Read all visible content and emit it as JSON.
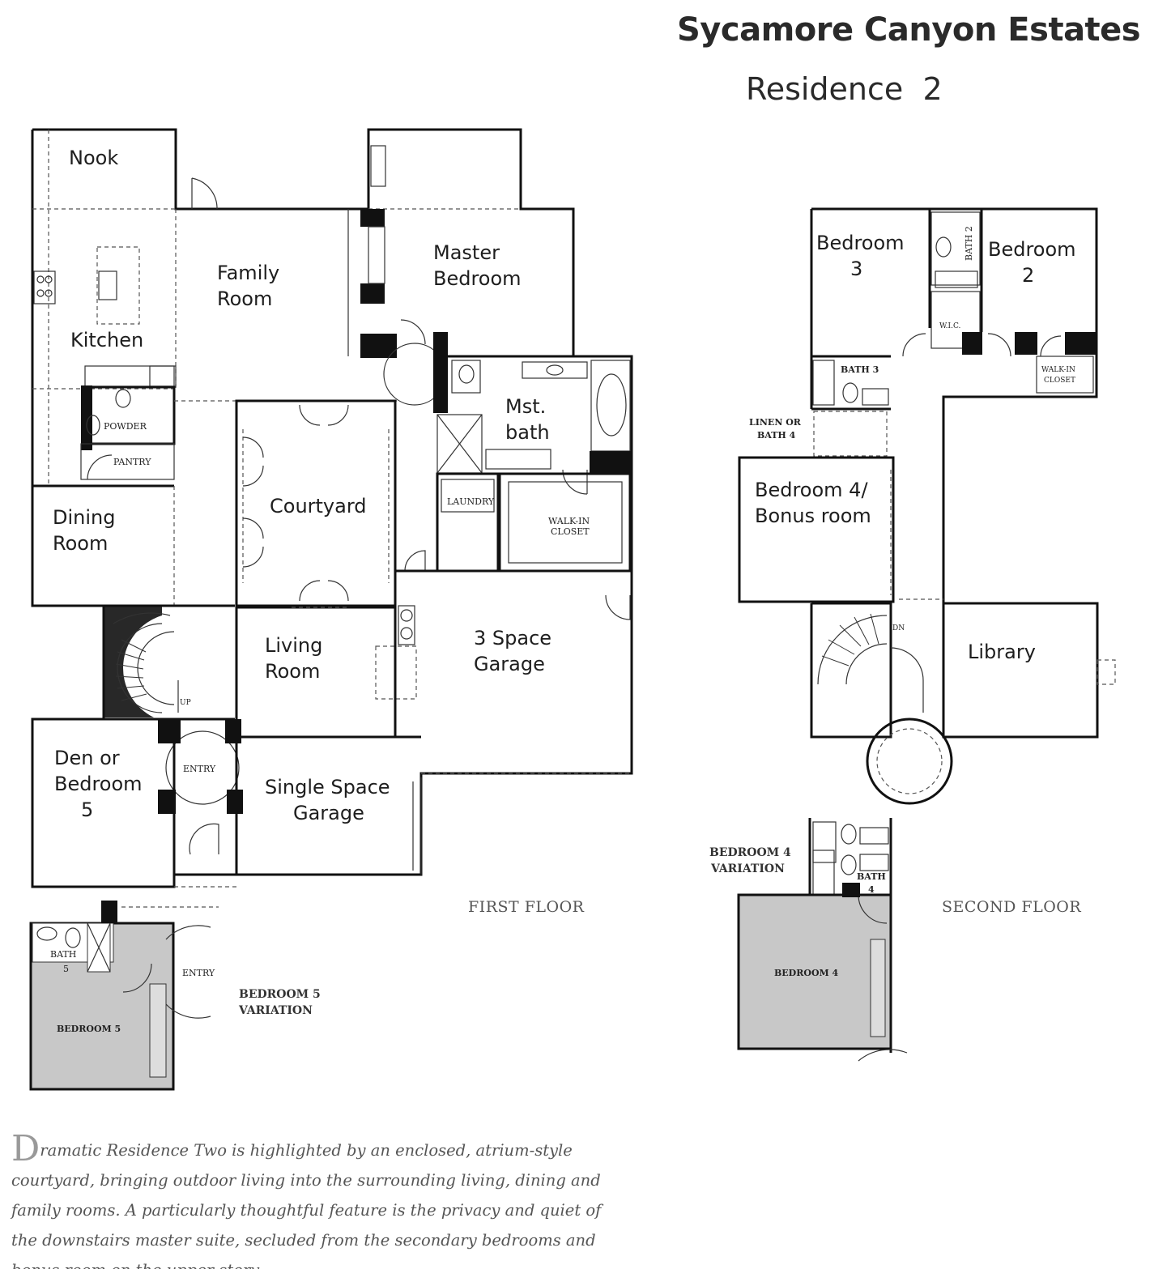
{
  "header": {
    "title": "Sycamore Canyon Estates",
    "subtitle": "Residence  2"
  },
  "first_floor": {
    "label": "FIRST FLOOR",
    "rooms": {
      "nook": "Nook",
      "kitchen": "Kitchen",
      "family_room_1": "Family",
      "family_room_2": "Room",
      "master_bedroom_1": "Master",
      "master_bedroom_2": "Bedroom",
      "mst_bath_1": "Mst.",
      "mst_bath_2": "bath",
      "powder": "POWDER",
      "pantry": "PANTRY",
      "dining_1": "Dining",
      "dining_2": "Room",
      "courtyard": "Courtyard",
      "laundry": "LAUNDRY",
      "walkin_1": "WALK-IN",
      "walkin_2": "CLOSET",
      "living_1": "Living",
      "living_2": "Room",
      "garage3_1": "3 Space",
      "garage3_2": "Garage",
      "up": "UP",
      "entry": "ENTRY",
      "den_1": "Den or",
      "den_2": "Bedroom",
      "den_3": "5",
      "single_1": "Single Space",
      "single_2": "Garage"
    }
  },
  "bedroom5_variation": {
    "label_1": "BEDROOM 5",
    "label_2": "VARIATION",
    "bath_1": "BATH",
    "bath_2": "5",
    "entry": "ENTRY",
    "bedroom": "BEDROOM 5"
  },
  "second_floor": {
    "label": "SECOND FLOOR",
    "rooms": {
      "bed3_1": "Bedroom",
      "bed3_2": "3",
      "bath2": "BATH 2",
      "bed2_1": "Bedroom",
      "bed2_2": "2",
      "wic": "W.I.C.",
      "bath3": "BATH 3",
      "walkin_1": "WALK-IN",
      "walkin_2": "CLOSET",
      "linen_1": "LINEN OR",
      "linen_2": "BATH 4",
      "bed4_1": "Bedroom 4/",
      "bed4_2": "Bonus room",
      "dn": "DN",
      "library": "Library"
    }
  },
  "bedroom4_variation": {
    "label_1": "BEDROOM 4",
    "label_2": "VARIATION",
    "bath_1": "BATH",
    "bath_2": "4",
    "bedroom": "BEDROOM 4"
  },
  "description": {
    "dropcap": "D",
    "text": "ramatic Residence Two is highlighted by an enclosed, atrium-style courtyard, bringing outdoor living into the surrounding living, dining and family rooms. A particularly thoughtful feature is the privacy and quiet of the downstairs master suite, secluded from the secondary bedrooms and bonus room on the upper story."
  },
  "colors": {
    "wall": "#111111",
    "variation_fill": "#c8c8c8",
    "text": "#1e1e1e"
  }
}
